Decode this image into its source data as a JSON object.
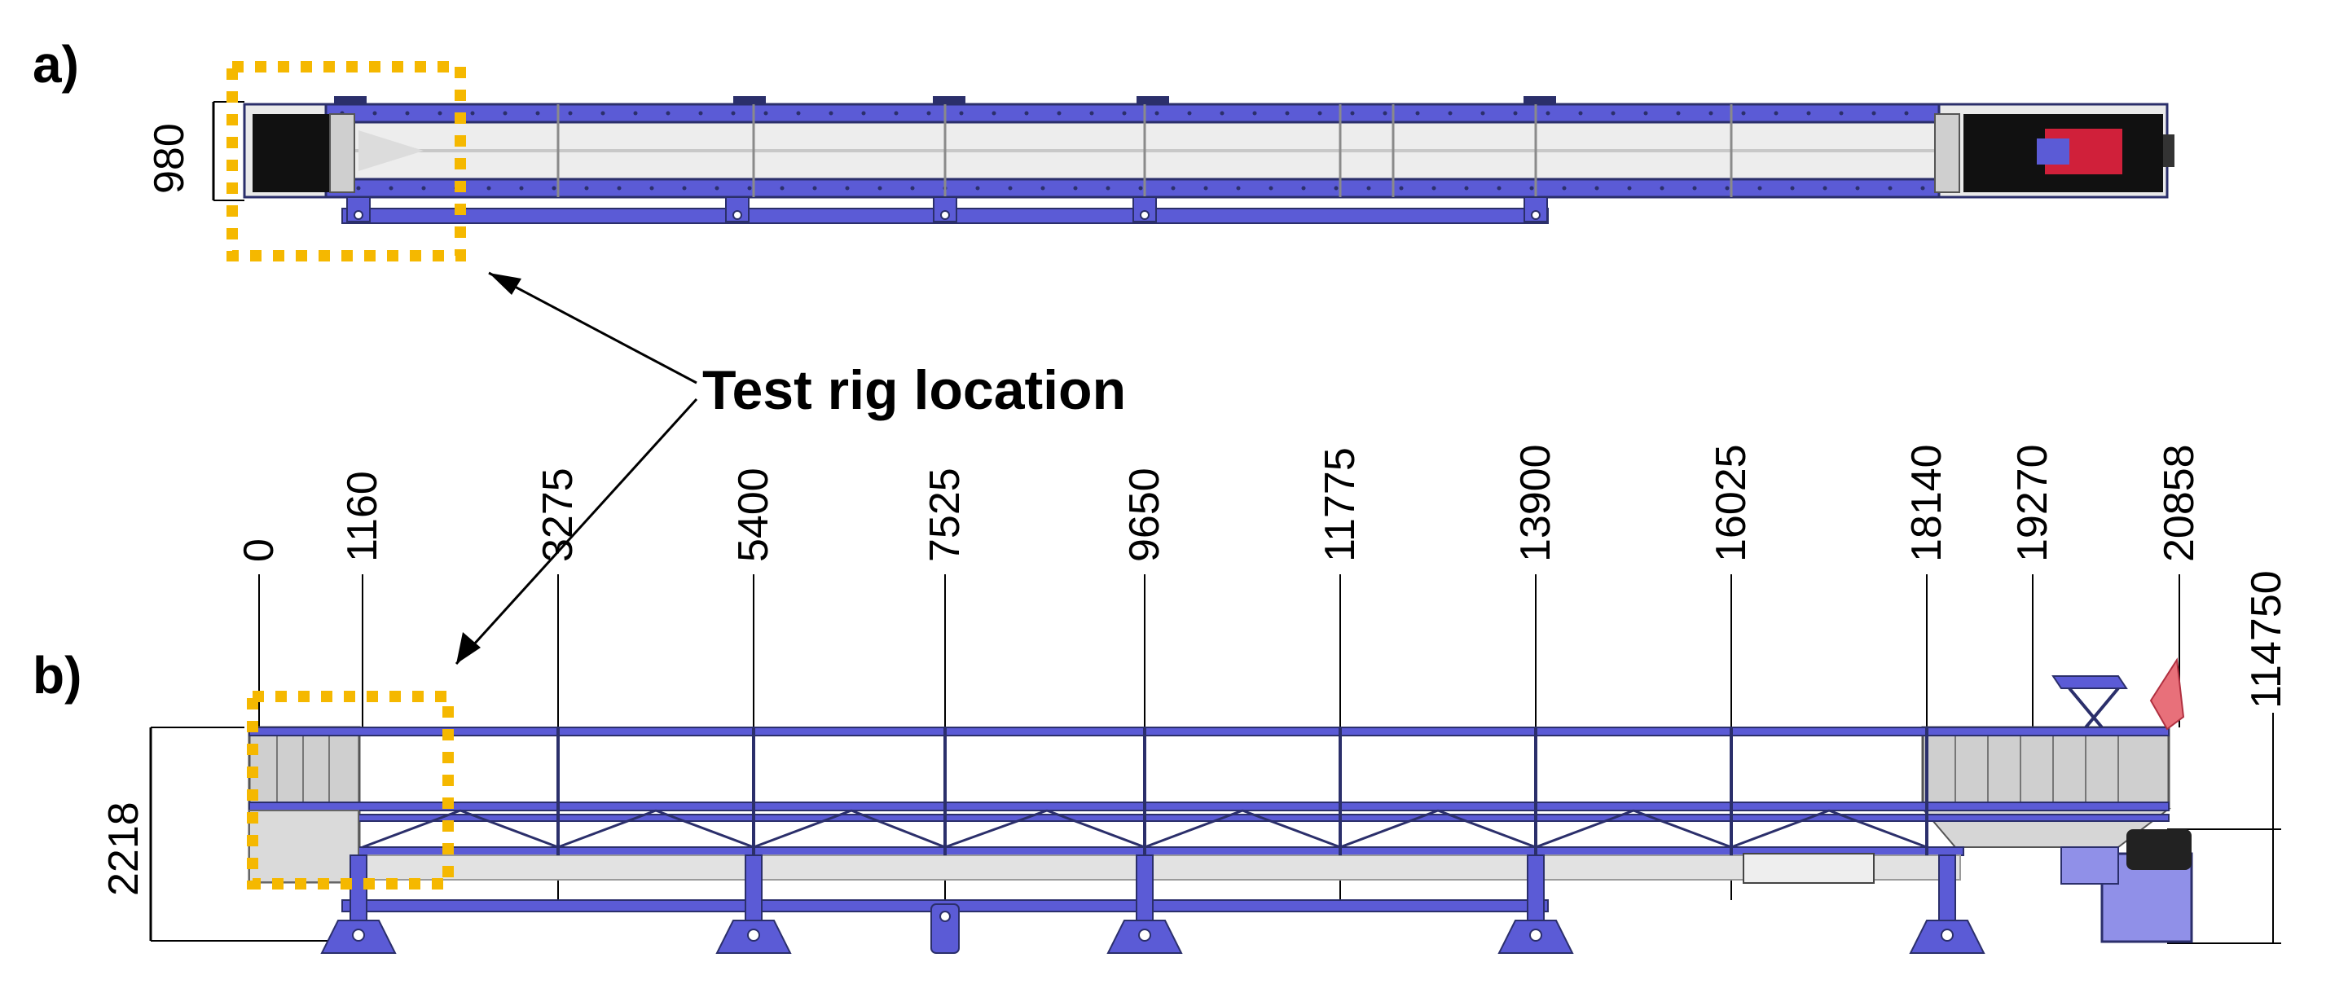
{
  "panel_a": {
    "label": "a)",
    "dim_height": "980"
  },
  "panel_b": {
    "label": "b)",
    "dim_height": "2218",
    "dim_side": "114750",
    "stations": [
      "0",
      "1160",
      "3275",
      "5400",
      "7525",
      "9650",
      "11775",
      "13900",
      "16025",
      "18140",
      "19270",
      "20858"
    ]
  },
  "callout": {
    "text": "Test rig location"
  },
  "colors": {
    "frame_blue": "#5b5bd6",
    "frame_dark": "#2b2f6b",
    "box_gray": "#cfcfcf",
    "motor_red": "#d0203a",
    "highlight": "#f5b800"
  }
}
